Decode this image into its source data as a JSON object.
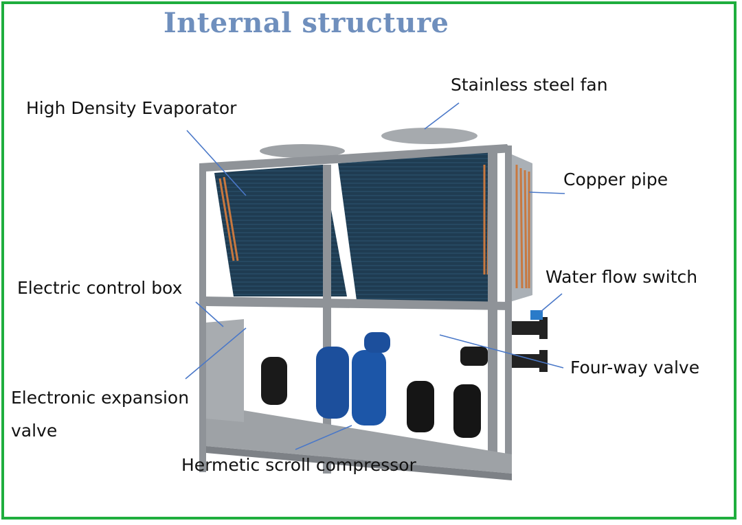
{
  "title": "Internal structure",
  "labels": {
    "stainless_steel_fan": "Stainless steel fan",
    "high_density_evaporator": "High Density Evaporator",
    "copper_pipe": "Copper pipe",
    "water_flow_switch": "Water flow switch",
    "electric_control_box": "Electric control box",
    "four_way_valve": "Four-way valve",
    "electronic_expansion_valve_line1": "Electronic expansion",
    "electronic_expansion_valve_line2": "valve",
    "hermetic_scroll_compressor": "Hermetic scroll compressor"
  },
  "colors": {
    "border": "#1fae3e",
    "title": "#6f8fbd",
    "leader_line": "#4a78c8",
    "frame_metal": "#9a9ea3",
    "coil": "#1f3c52",
    "compressor_blue": "#1c4f9c",
    "copper": "#c8783f"
  }
}
